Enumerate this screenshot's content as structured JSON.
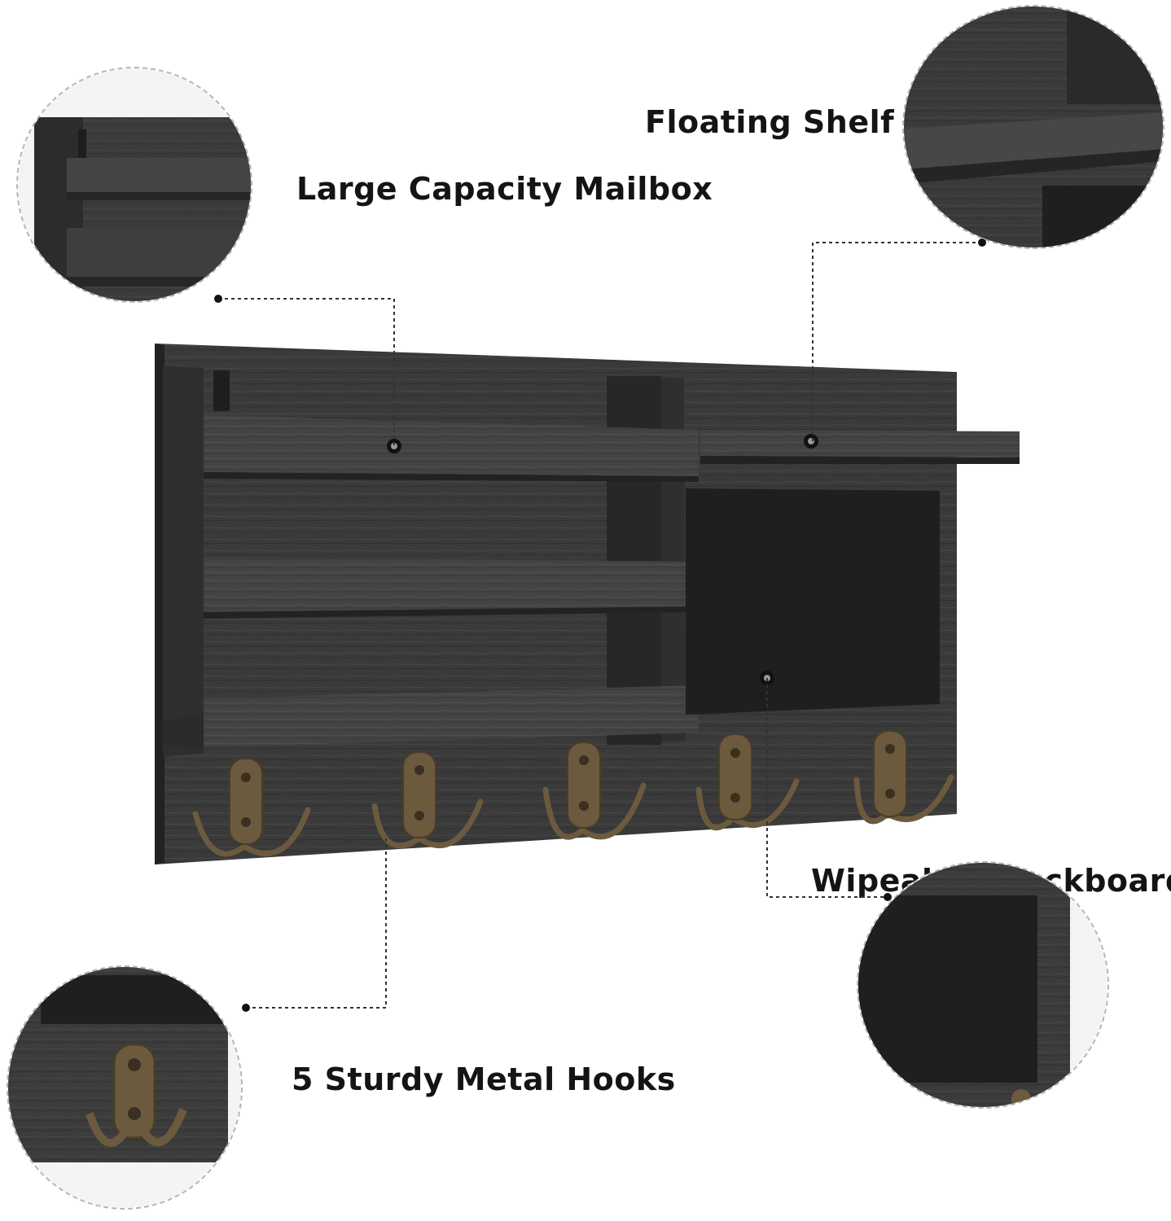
{
  "features": {
    "mailbox": {
      "label": "Large Capacity Mailbox",
      "icon": "mailbox-closeup-icon"
    },
    "shelf": {
      "label": "Floating Shelf",
      "icon": "shelf-closeup-icon"
    },
    "hooks": {
      "label": "5 Sturdy Metal Hooks",
      "icon": "hook-closeup-icon"
    },
    "blackboard": {
      "label": "Wipeable Blackboard",
      "icon": "blackboard-closeup-icon"
    }
  },
  "colors": {
    "wood": "#3a3a3a",
    "wood_dark": "#262626",
    "wood_light": "#4a4a4a",
    "blackboard": "#1e1f21",
    "hook_bronze": "#6b5a3e",
    "text": "#141414"
  }
}
